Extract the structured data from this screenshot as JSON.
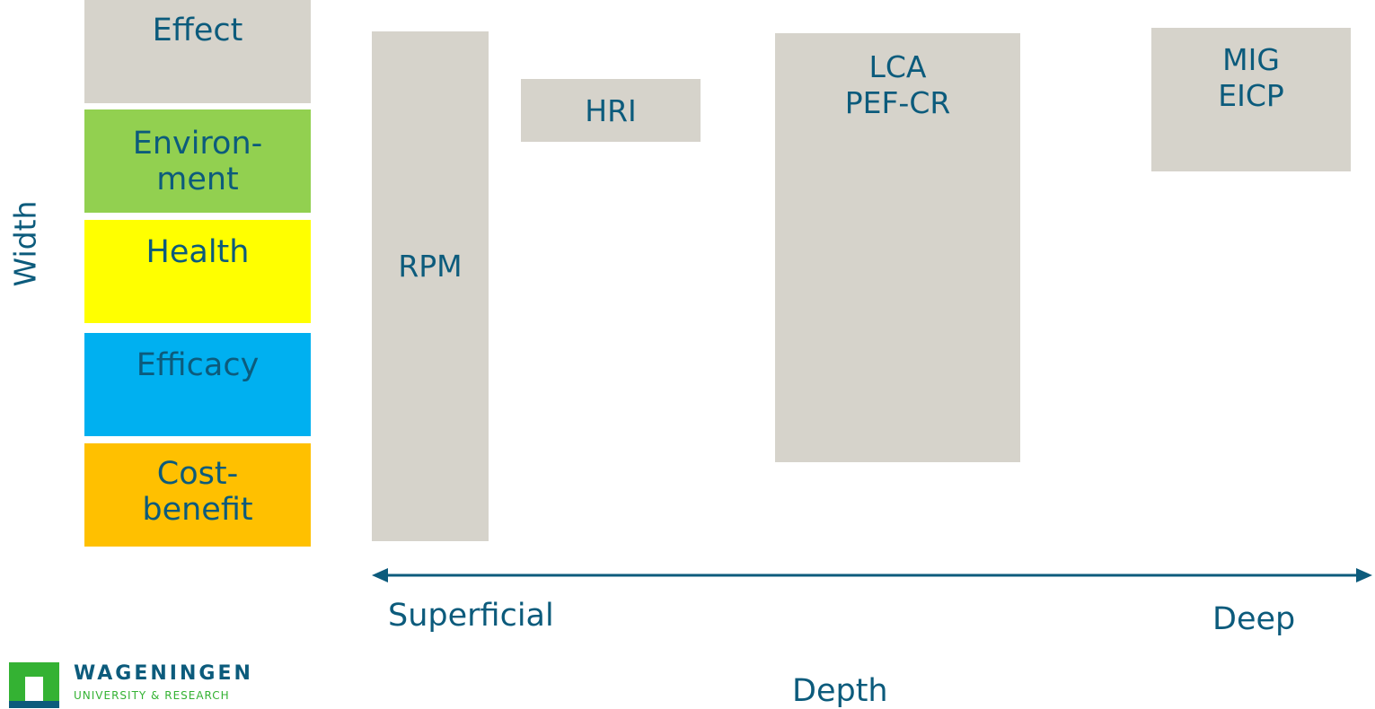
{
  "colors": {
    "text": "#0c5b7c",
    "box_gray": "#d6d3cb",
    "environment": "#92d050",
    "health": "#ffff00",
    "efficacy": "#00b0f0",
    "cost_benefit": "#ffc000",
    "arrow": "#0c5b7c",
    "logo_green": "#34b233"
  },
  "y_axis": {
    "label": "Width"
  },
  "categories": [
    {
      "id": "effect",
      "text": "Effect"
    },
    {
      "id": "environment",
      "text": "Environ-\nment"
    },
    {
      "id": "health",
      "text": "Health"
    },
    {
      "id": "efficacy",
      "text": "Efficacy"
    },
    {
      "id": "cost-benefit",
      "text": "Cost-\nbenefit"
    }
  ],
  "methods": [
    {
      "id": "rpm",
      "text": "RPM"
    },
    {
      "id": "hri",
      "text": "HRI"
    },
    {
      "id": "lca",
      "text": "LCA\nPEF-CR"
    },
    {
      "id": "mig",
      "text": "MIG\nEICP"
    }
  ],
  "x_axis": {
    "left_label": "Superficial",
    "right_label": "Deep",
    "title": "Depth"
  },
  "logo": {
    "name": "WAGENINGEN",
    "subtitle": "UNIVERSITY & RESEARCH",
    "icon": "wur-logo-icon"
  }
}
